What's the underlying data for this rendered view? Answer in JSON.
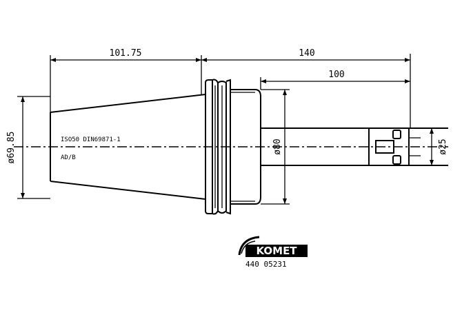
{
  "dimensions": {
    "overall_length": "140",
    "taper_length": "101.75",
    "projection_length": "100",
    "taper_diameter": "ø69.85",
    "body_diameter": "ø80",
    "bore_diameter": "ø25"
  },
  "notes": {
    "standard": "ISO50 DIN69871-1",
    "form": "AD/B"
  },
  "logo": {
    "brand": "KOMET",
    "part_number": "440 05231"
  }
}
